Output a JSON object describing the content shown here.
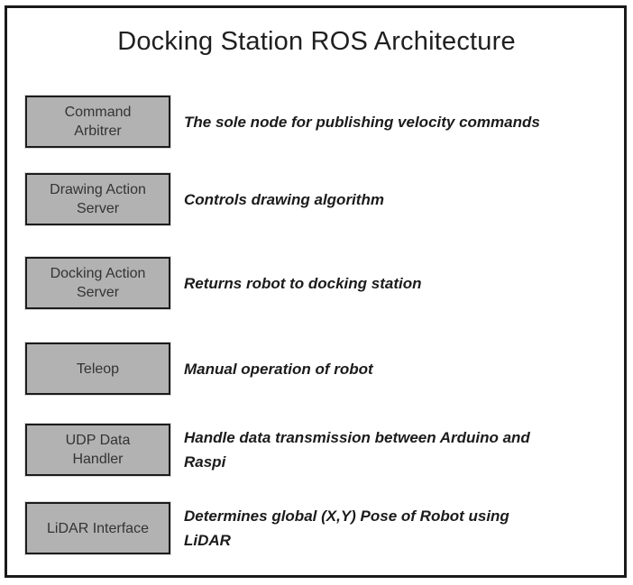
{
  "title": "Docking Station ROS Architecture",
  "colors": {
    "frame_border": "#1a1a1a",
    "box_fill": "#b2b2b2",
    "box_border": "#1c1c1c",
    "label_text": "#333333",
    "description_text": "#1b1b1b"
  },
  "nodes": [
    {
      "label": [
        "Command",
        "Arbitrer"
      ],
      "description": [
        "The sole node for publishing velocity commands"
      ]
    },
    {
      "label": [
        "Drawing Action",
        "Server"
      ],
      "description": [
        "Controls drawing algorithm"
      ]
    },
    {
      "label": [
        "Docking Action",
        "Server"
      ],
      "description": [
        "Returns robot to docking station"
      ]
    },
    {
      "label": [
        "Teleop"
      ],
      "description": [
        "Manual operation of robot"
      ]
    },
    {
      "label": [
        "UDP Data",
        "Handler"
      ],
      "description": [
        "Handle data transmission between Arduino and",
        "Raspi"
      ]
    },
    {
      "label": [
        "LiDAR Interface"
      ],
      "description": [
        "Determines global (X,Y) Pose of Robot using",
        "LiDAR"
      ]
    }
  ]
}
